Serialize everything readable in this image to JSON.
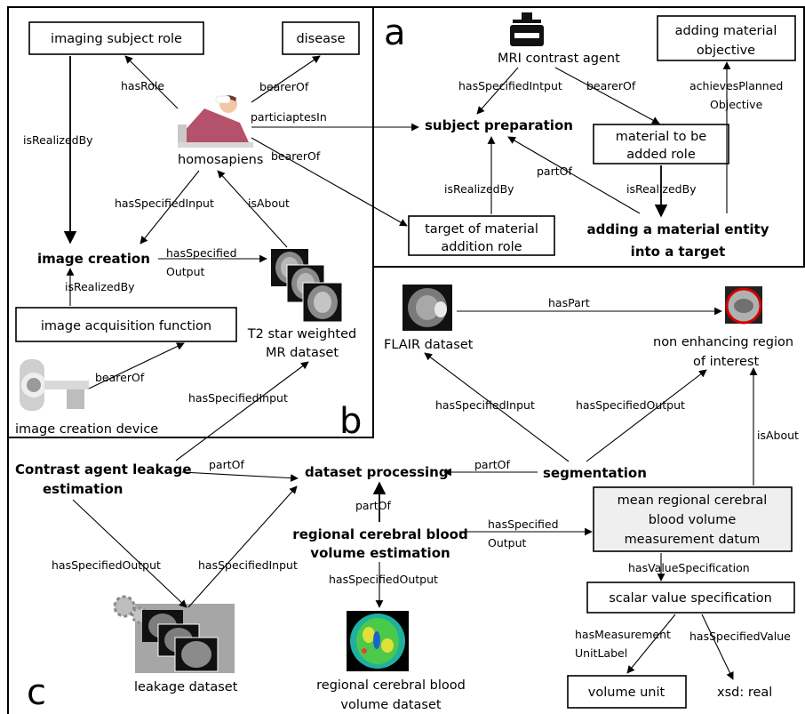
{
  "panels": {
    "a": "a",
    "b": "b",
    "c": "c"
  },
  "nodes": {
    "mri_contrast_agent": "MRI contrast agent",
    "adding_material_objective_1": "adding material",
    "adding_material_objective_2": "objective",
    "subject_preparation": "subject preparation",
    "material_added_role_1": "material to be",
    "material_added_role_2": "added role",
    "target_role_1": "target of material",
    "target_role_2": "addition role",
    "adding_entity_1": "adding a material entity",
    "adding_entity_2": "into a target",
    "imaging_subject_role": "imaging subject role",
    "disease": "disease",
    "homosapiens": "homosapiens",
    "image_creation": "image creation",
    "image_acquisition_function": "image acquisition function",
    "t2_dataset_1": "T2 star weighted",
    "t2_dataset_2": "MR dataset",
    "image_creation_device": "image creation device",
    "flair_dataset": "FLAIR dataset",
    "non_enhancing_1": "non enhancing region",
    "non_enhancing_2": "of interest",
    "segmentation": "segmentation",
    "leakage_estimation_1": "Contrast agent leakage",
    "leakage_estimation_2": "estimation",
    "dataset_processing": "dataset processing",
    "rcbv_estimation_1": "regional cerebral blood",
    "rcbv_estimation_2": "volume estimation",
    "mean_rcbv_1": "mean regional cerebral",
    "mean_rcbv_2": "blood volume",
    "mean_rcbv_3": "measurement datum",
    "scalar_value_spec": "scalar value specification",
    "volume_unit": "volume unit",
    "xsd_real": "xsd: real",
    "leakage_dataset": "leakage  dataset",
    "rcbv_dataset_1": "regional cerebral blood",
    "rcbv_dataset_2": "volume dataset"
  },
  "edges": {
    "has_specified_intput": "hasSpecifiedIntput",
    "bearer_of_a": "bearerOf",
    "achieves_1": "achievesPlanned",
    "achieves_2": "Objective",
    "part_of_a": "partOf",
    "is_realized_by_a1": "isRealizedBy",
    "is_realized_by_a2": "isRealizedBy",
    "has_role": "hasRole",
    "bearer_of_disease": "bearerOf",
    "particiaptes_in": "particiaptesIn",
    "bearer_of_target": "bearerOf",
    "is_realized_by_b1": "isRealizedBy",
    "has_specified_input_b": "hasSpecifiedInput",
    "is_about_b": "isAbout",
    "has_specified_output_b1": "hasSpecified",
    "has_specified_output_b2": "Output",
    "is_realized_by_b2": "isRealizedBy",
    "bearer_of_device": "bearerOf",
    "has_specified_input_c1": "hasSpecifiedInput",
    "has_part": "hasPart",
    "has_specified_input_c2": "hasSpecifiedInput",
    "has_specified_output_c1": "hasSpecifiedOutput",
    "is_about_c": "isAbout",
    "part_of_c1": "partOf",
    "part_of_c2": "partOf",
    "part_of_c3": "partOf",
    "has_specified_output_c2a": "hasSpecified",
    "has_specified_output_c2b": "Output",
    "has_value_specification": "hasValueSpecification",
    "has_measurement_1": "hasMeasurement",
    "has_measurement_2": "UnitLabel",
    "has_specified_value": "hasSpecifiedValue",
    "has_specified_output_c3": "hasSpecifiedOutput",
    "has_specified_input_c3": "hasSpecifiedInput",
    "has_specified_output_c4": "hasSpecifiedOutput"
  }
}
